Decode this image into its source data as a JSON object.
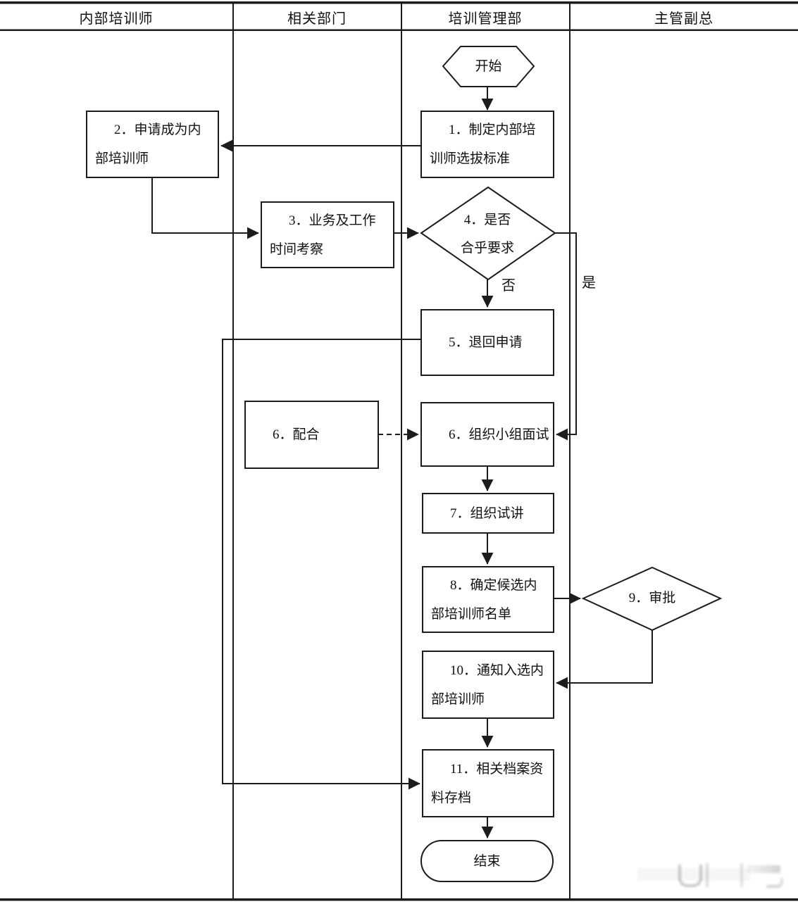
{
  "diagram": {
    "lanes": [
      {
        "label": "内部培训师"
      },
      {
        "label": "相关部门"
      },
      {
        "label": "培训管理部"
      },
      {
        "label": "主管副总"
      }
    ],
    "nodes": {
      "start": "开始",
      "step1": "1．制定内部培训师选拔标准",
      "step2": "2．申请成为内部培训师",
      "step3": "3．业务及工作时间考察",
      "step4": "4．是否合乎要求",
      "step5": "5．退回申请",
      "step6_cooperate": "6．配合",
      "step6_interview": "6．组织小组面试",
      "step7": "7．组织试讲",
      "step8": "8．确定候选内部培训师名单",
      "step9": "9．审批",
      "step10": "10．通知入选内部培训师",
      "step11": "11．相关档案资料存档",
      "end": "结束"
    },
    "edge_labels": {
      "yes": "是",
      "no": "否"
    },
    "colors": {
      "line": "#1c1c1c",
      "text": "#111111",
      "background": "#ffffff"
    }
  }
}
